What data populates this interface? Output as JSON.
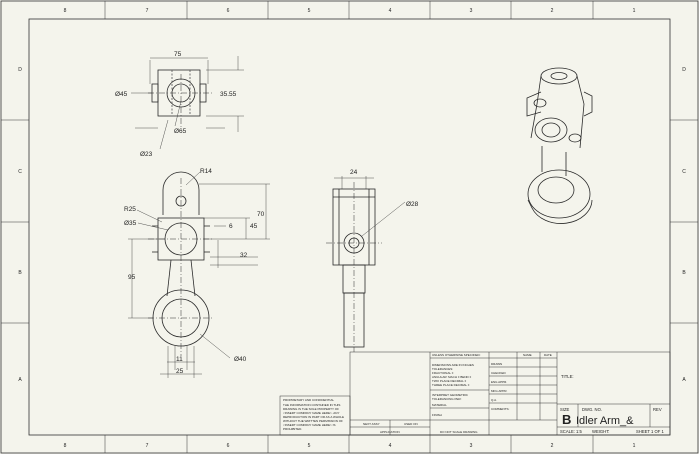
{
  "zones": {
    "columns": [
      "8",
      "7",
      "6",
      "5",
      "4",
      "3",
      "2",
      "1"
    ],
    "rows": [
      "D",
      "C",
      "B",
      "A"
    ]
  },
  "top_view": {
    "width": "75",
    "dia_left": "Ø45",
    "dims_right": "35.55",
    "dia_hole": "Ø65",
    "dia_small": "Ø23"
  },
  "front_view": {
    "r14": "R14",
    "r25": "R25",
    "d35": "Ø35",
    "d70": "70",
    "d45": "45",
    "d6": "6",
    "d32": "32",
    "d95": "95",
    "d11": "11",
    "d25": "25",
    "d40": "Ø40"
  },
  "side_view": {
    "width": "24",
    "dia": "Ø28"
  },
  "title_block": {
    "unless": "UNLESS OTHERWISE SPECIFIED:",
    "name_col": "NAME",
    "date_col": "DATE",
    "dimensions": "DIMENSIONS ARE IN INCHES",
    "tolerances": "TOLERANCES:",
    "fractional": "FRACTIONAL ±",
    "angular": "ANGULAR: MACH ±   BEND ±",
    "two_place": "TWO PLACE DECIMAL   ±",
    "three_place": "THREE PLACE DECIMAL   ±",
    "interpret": "INTERPRET GEOMETRIC",
    "tolerancing": "TOLERANCING PER:",
    "material": "MATERIAL",
    "finish": "FINISH",
    "drawn": "DRAWN",
    "checked": "CHECKED",
    "eng_appr": "ENG APPR.",
    "mfg_appr": "MFG APPR.",
    "qa": "Q.A.",
    "comments": "COMMENTS:",
    "proprietary": "PROPRIETARY AND CONFIDENTIAL",
    "prop_text": [
      "THE INFORMATION CONTAINED IN THIS",
      "DRAWING IS THE SOLE PROPERTY OF",
      "<INSERT COMPANY NAME HERE>. ANY",
      "REPRODUCTION IN PART OR AS A WHOLE",
      "WITHOUT THE WRITTEN PERMISSION OF",
      "<INSERT COMPANY NAME HERE> IS",
      "PROHIBITED."
    ],
    "next_assy": "NEXT ASSY",
    "used_on": "USED ON",
    "application": "APPLICATION",
    "do_not_scale": "DO NOT SCALE DRAWING",
    "title_label": "TITLE:",
    "size_label": "SIZE",
    "dwg_no_label": "DWG.  NO.",
    "rev_label": "REV",
    "size_value": "B",
    "dwg_no_value": "Idler Arm_&",
    "scale": "SCALE: 1:5",
    "weight": "WEIGHT:",
    "sheet": "SHEET 1 OF 1"
  },
  "colors": {
    "paper": "#f4f4ec",
    "line": "#2a2a2a",
    "hidden": "#555555"
  }
}
